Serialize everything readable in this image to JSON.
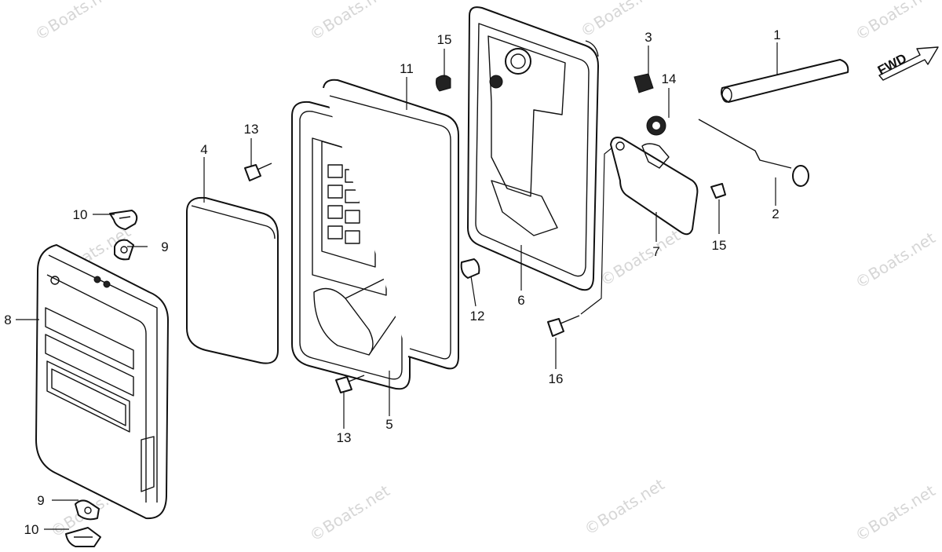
{
  "watermark": "©Boats.net",
  "direction_label": "FWD",
  "callouts": {
    "c1": "1",
    "c2": "2",
    "c3": "3",
    "c4": "4",
    "c5": "5",
    "c6": "6",
    "c7": "7",
    "c8": "8",
    "c9a": "9",
    "c9b": "9",
    "c10a": "10",
    "c10b": "10",
    "c11": "11",
    "c12": "12",
    "c13a": "13",
    "c13b": "13",
    "c14": "14",
    "c15a": "15",
    "c15b": "15",
    "c16": "16"
  }
}
